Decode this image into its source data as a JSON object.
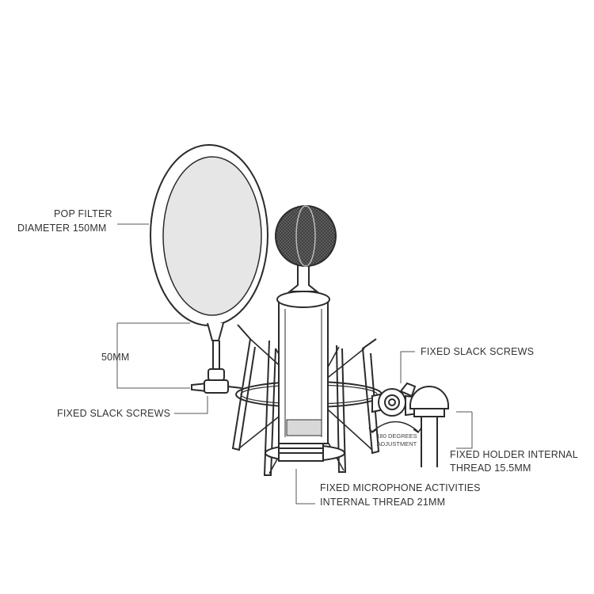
{
  "labels": {
    "pop_filter_line1": "POP FILTER",
    "pop_filter_line2": "DIAMETER 150MM",
    "distance": "50MM",
    "fixed_slack_left": "FIXED SLACK SCREWS",
    "fixed_slack_right": "FIXED SLACK SCREWS",
    "adjust_line1": "180 DEGREES",
    "adjust_line2": "ADJUSTMENT",
    "holder_line1": "FIXED HOLDER INTERNAL",
    "holder_line2": "THREAD 15.5MM",
    "mic_line1": "FIXED MICROPHONE ACTIVITIES",
    "mic_line2": "INTERNAL THREAD 21MM"
  },
  "colors": {
    "stroke": "#2b2b2b",
    "leader": "#555555",
    "filter_fill": "#e6e6e6",
    "grille": "#3a3a3a",
    "grille_light": "#6a6a6a"
  }
}
